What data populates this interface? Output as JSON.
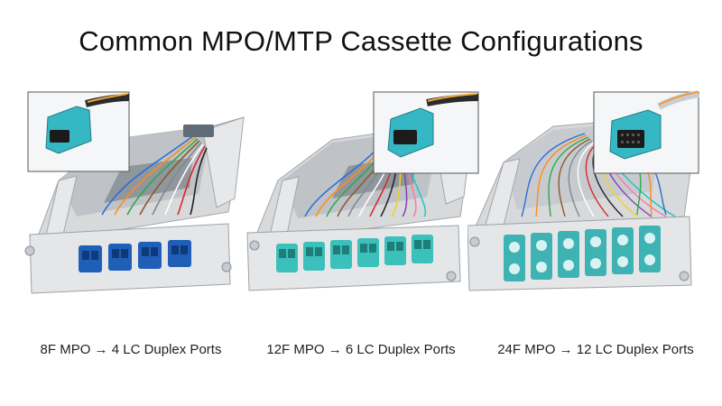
{
  "title": "Common MPO/MTP Cassette Configurations",
  "products": [
    {
      "caption": "8F MPO → 4 LC Duplex Ports",
      "fiber_count": 8,
      "lc_duplex_ports": 4,
      "adapter_color": "#1f5fb8",
      "connector_color": "#35b7c4"
    },
    {
      "caption": "12F MPO → 6 LC Duplex Ports",
      "fiber_count": 12,
      "lc_duplex_ports": 6,
      "adapter_color": "#3cc0bb",
      "connector_color": "#35b7c4"
    },
    {
      "caption": "24F MPO → 12 LC Duplex Ports",
      "fiber_count": 24,
      "lc_duplex_ports": 12,
      "adapter_color": "#3fb3b4",
      "connector_color": "#35b7c4"
    }
  ]
}
